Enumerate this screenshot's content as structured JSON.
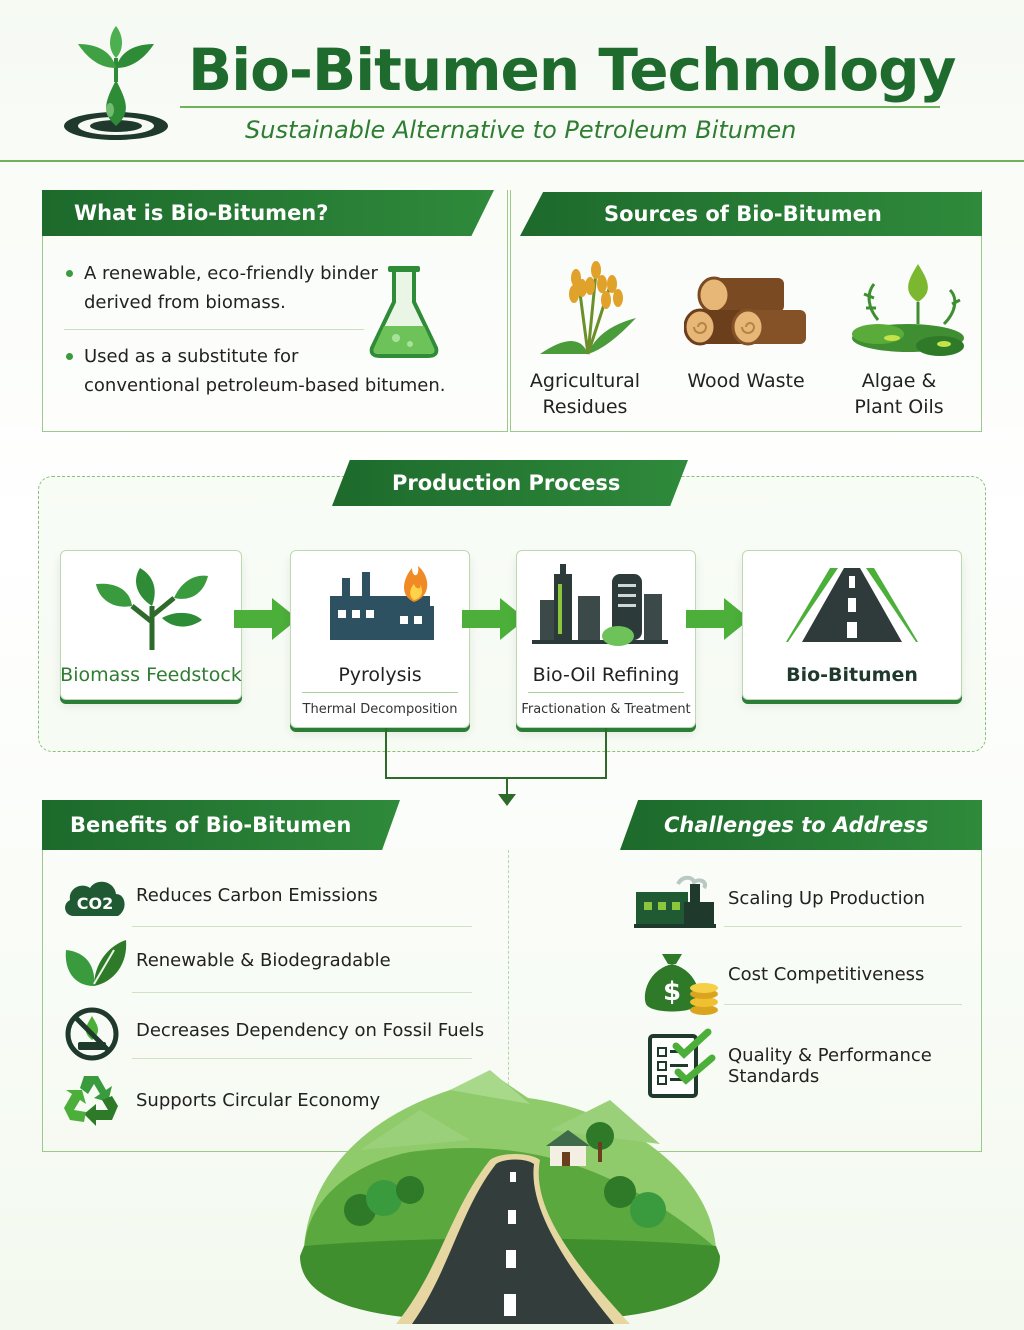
{
  "header": {
    "title": "Bio-Bitumen Technology",
    "subtitle": "Sustainable Alternative to Petroleum Bitumen"
  },
  "what_is": {
    "heading": "What is Bio-Bitumen?",
    "bullets": [
      {
        "line1": "A renewable, eco-friendly binder",
        "line2": "derived from biomass."
      },
      {
        "line1": "Used as a substitute for",
        "line2": "conventional petroleum-based bitumen."
      }
    ]
  },
  "sources": {
    "heading": "Sources of Bio-Bitumen",
    "items": [
      {
        "line1": "Agricultural",
        "line2": "Residues"
      },
      {
        "line1": "Wood Waste",
        "line2": ""
      },
      {
        "line1": "Algae &",
        "line2": "Plant Oils"
      }
    ]
  },
  "process": {
    "heading": "Production Process",
    "steps": [
      {
        "label": "Biomass Feedstock",
        "sub": ""
      },
      {
        "label": "Pyrolysis",
        "sub": "Thermal Decomposition"
      },
      {
        "label": "Bio-Oil Refining",
        "sub": "Fractionation & Treatment"
      },
      {
        "label": "Bio-Bitumen",
        "sub": ""
      }
    ]
  },
  "benefits": {
    "heading": "Benefits of Bio-Bitumen",
    "co2_text": "CO2",
    "items": [
      "Reduces Carbon Emissions",
      "Renewable & Biodegradable",
      "Decreases Dependency on Fossil Fuels",
      "Supports Circular Economy"
    ]
  },
  "challenges": {
    "heading": "Challenges to Address",
    "items": [
      "Scaling Up Production",
      "Cost Competitiveness",
      "Quality & Performance Standards"
    ]
  },
  "colors": {
    "primary_green": "#1f6b2e",
    "accent_green": "#3a9b3e",
    "light_green": "#8cc63f",
    "road_dark": "#2f3b3a"
  }
}
